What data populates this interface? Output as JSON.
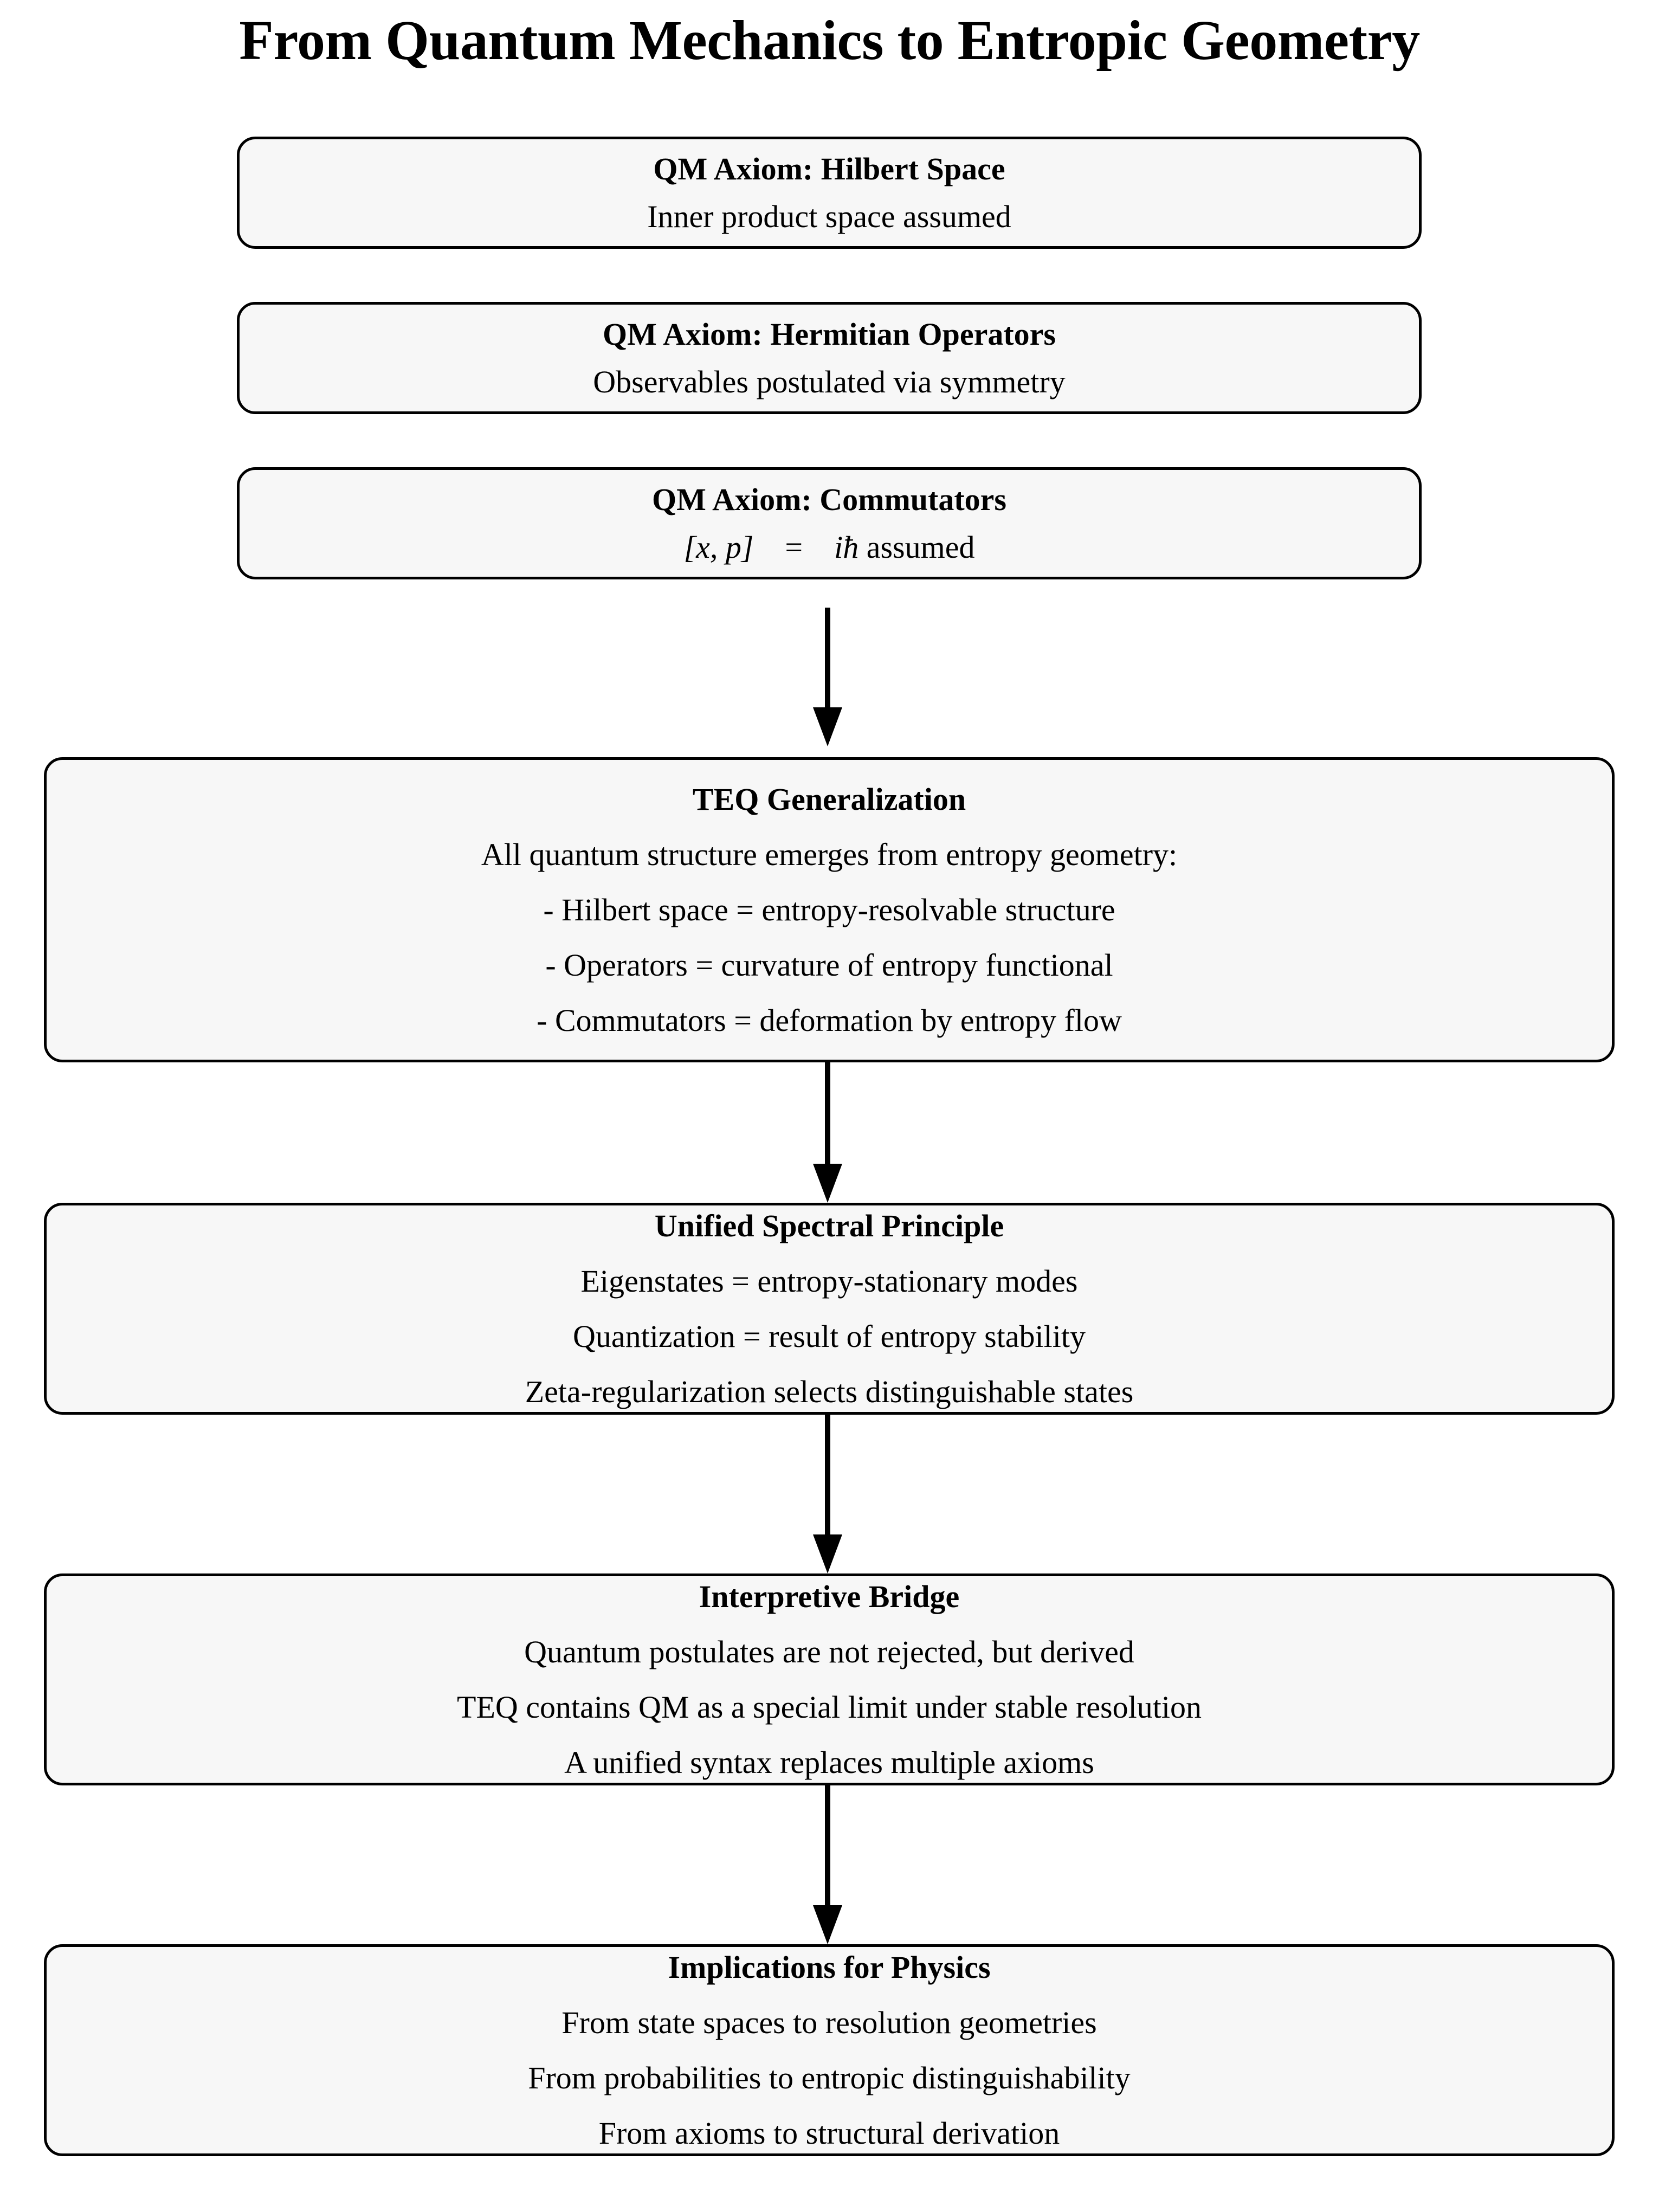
{
  "title": "From Quantum Mechanics to Entropic Geometry",
  "nodes": {
    "hilbert": {
      "title": "QM Axiom:  Hilbert Space",
      "line1": "Inner product space assumed"
    },
    "hermitian": {
      "title": "QM Axiom:  Hermitian Operators",
      "line1": "Observables postulated via symmetry"
    },
    "commutator": {
      "title": "QM Axiom:  Commutators",
      "formula_lhs": "[x, p]",
      "formula_eq": "=",
      "formula_rhs_math": "iħ",
      "formula_rhs_text": " assumed"
    },
    "teq": {
      "title": "TEQ Generalization",
      "line1": "All quantum structure emerges from entropy geometry:",
      "line2": "- Hilbert space = entropy-resolvable structure",
      "line3": "- Operators = curvature of entropy functional",
      "line4": "- Commutators = deformation by entropy flow"
    },
    "spectral": {
      "title": "Unified Spectral Principle",
      "line1": "Eigenstates = entropy-stationary modes",
      "line2": "Quantization = result of entropy stability",
      "line3": "Zeta-regularization selects distinguishable states"
    },
    "bridge": {
      "title": "Interpretive Bridge",
      "line1": "Quantum postulates are not rejected, but derived",
      "line2": "TEQ contains QM as a special limit under stable resolution",
      "line3": "A unified syntax replaces multiple axioms"
    },
    "implications": {
      "title": "Implications for Physics",
      "line1": "From state spaces to resolution geometries",
      "line2": "From probabilities to entropic distinguishability",
      "line3": "From axioms to structural derivation"
    }
  },
  "colors": {
    "node_fill": "#f7f7f7",
    "node_border": "#000000",
    "arrow": "#000000",
    "text": "#000000",
    "background": "#ffffff"
  }
}
